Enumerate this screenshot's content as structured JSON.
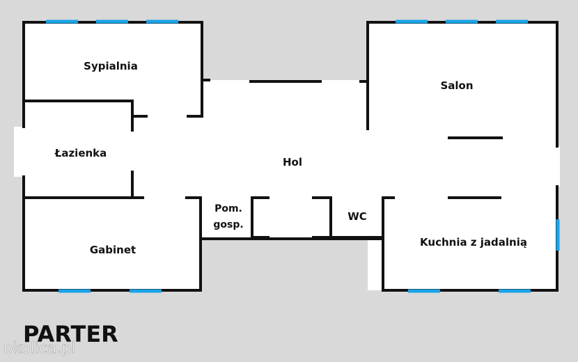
{
  "plan": {
    "floor_title": "PARTER",
    "watermark": "okolica.pl",
    "rooms": {
      "sypialnia": "Sypialnia",
      "lazienka": "Łazienka",
      "gabinet": "Gabinet",
      "hol": "Hol",
      "pom_line1": "Pom.",
      "pom_line2": "gosp.",
      "wc": "WC",
      "salon": "Salon",
      "kuchnia": "Kuchnia z jadalnią"
    },
    "colors": {
      "background": "#d9d9d9",
      "floor": "#ffffff",
      "wall": "#111111",
      "window": "#1aa3e8"
    }
  }
}
